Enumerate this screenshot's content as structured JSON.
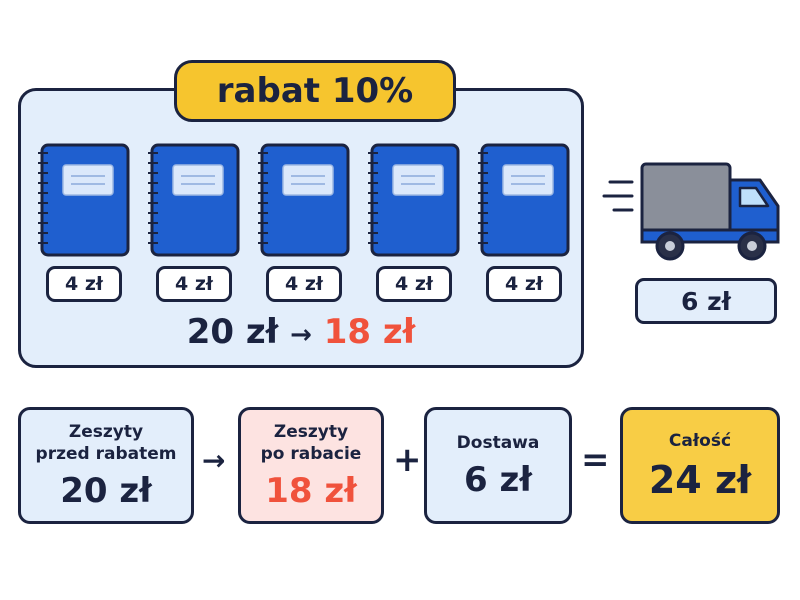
{
  "discount_badge": "rabat 10%",
  "notebooks": [
    {
      "price": "4 zł"
    },
    {
      "price": "4 zł"
    },
    {
      "price": "4 zł"
    },
    {
      "price": "4 zł"
    },
    {
      "price": "4 zł"
    }
  ],
  "summary_line": {
    "before": "20 zł",
    "arrow": "→",
    "after": "18 zł"
  },
  "delivery": {
    "icon": "truck-icon",
    "price": "6 zł"
  },
  "equation": {
    "before": {
      "label_line1": "Zeszyty",
      "label_line2": "przed rabatem",
      "value": "20 zł"
    },
    "arrow": "→",
    "after": {
      "label_line1": "Zeszyty",
      "label_line2": "po rabacie",
      "value": "18 zł"
    },
    "plus": "+",
    "delivery": {
      "label": "Dostawa",
      "value": "6 zł"
    },
    "equals": "=",
    "total": {
      "label": "Całość",
      "value": "24 zł"
    }
  },
  "colors": {
    "panel_bg": "#e3eefb",
    "outline": "#1b2340",
    "badge_yellow": "#f6c52e",
    "notebook_blue": "#1f5fcf",
    "discount_red": "#f0523c",
    "after_box_bg": "#fde3e1",
    "total_box_bg": "#f8cd45",
    "truck_grey": "#8a8f9a"
  }
}
